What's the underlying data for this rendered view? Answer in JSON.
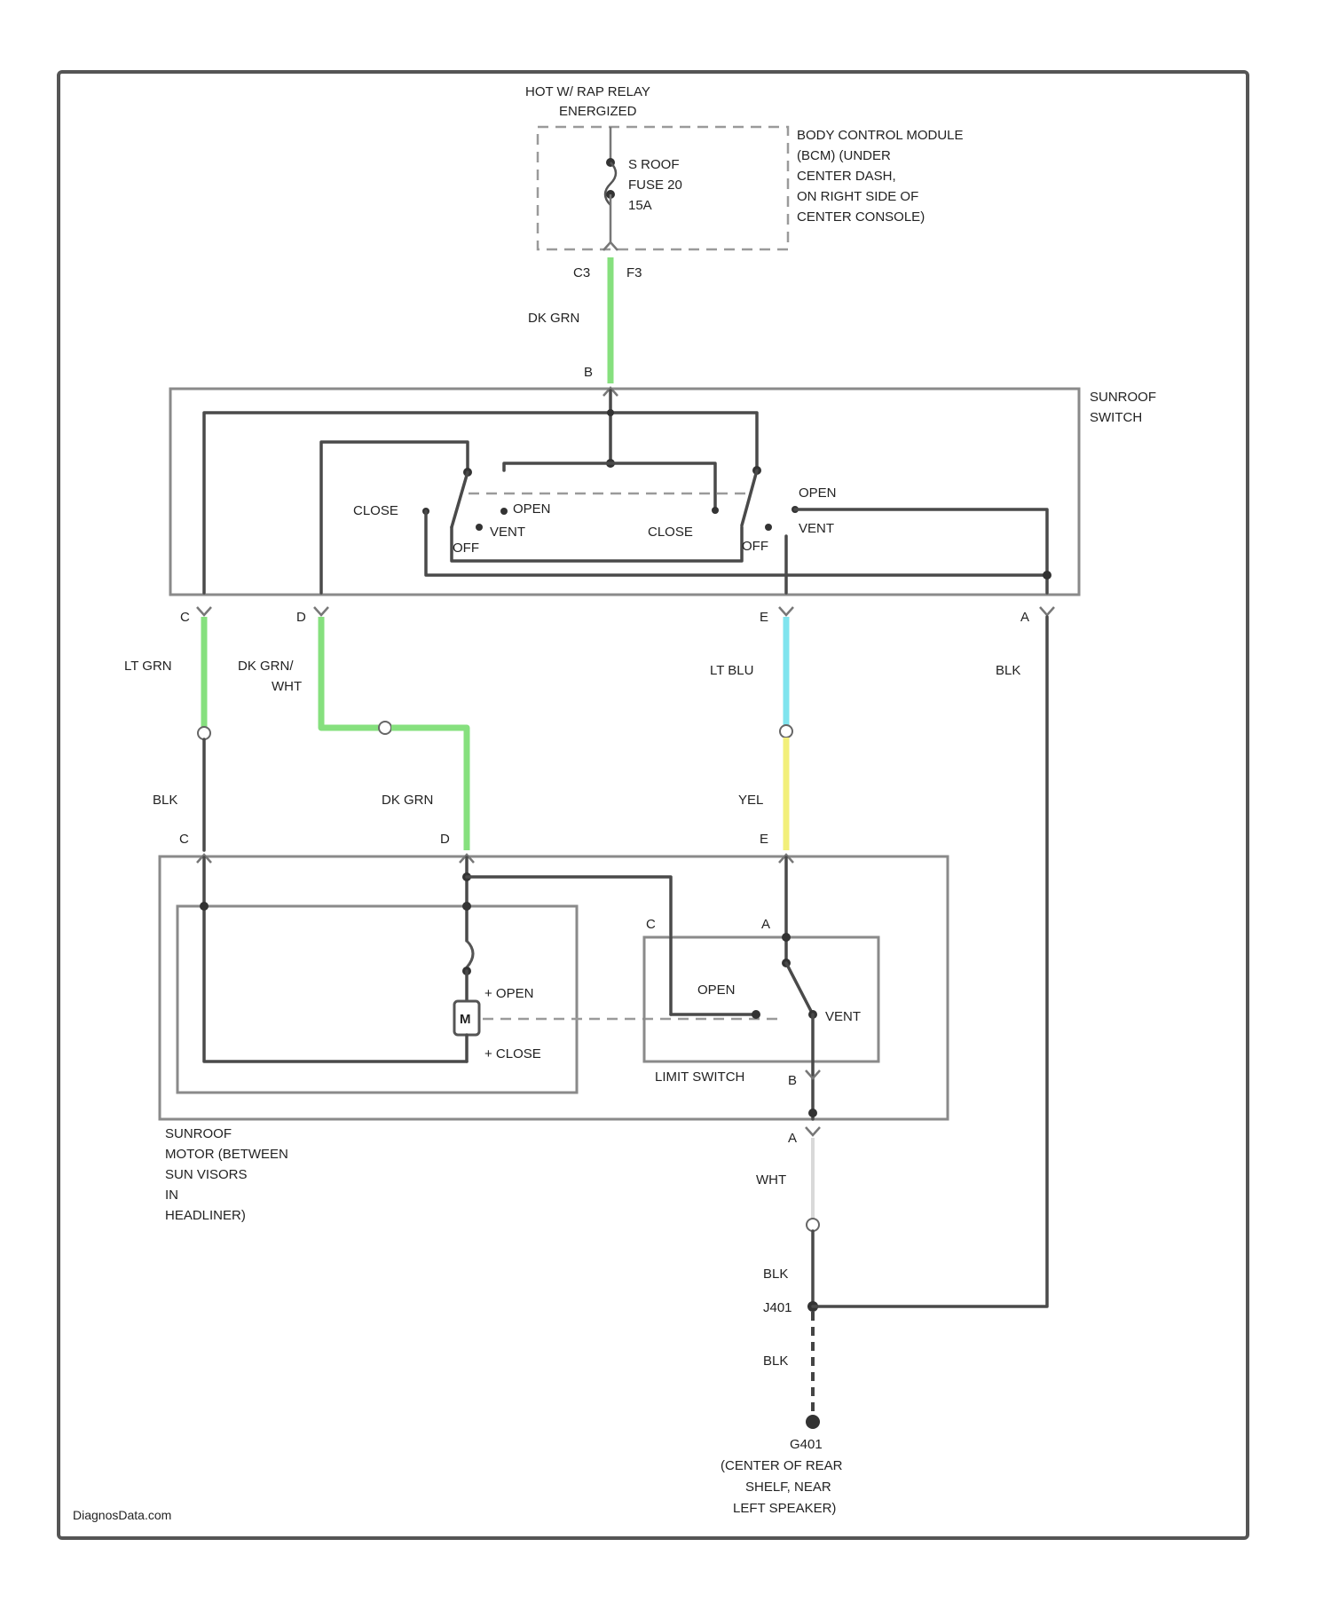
{
  "colors": {
    "dk_grn": "#86e07e",
    "lt_grn": "#86e07e",
    "lt_blu": "#7fe4ee",
    "yel": "#f2ef7a",
    "wht": "#d9d9d9",
    "blk": "#555555"
  },
  "top": {
    "relay_text_1": "HOT W/ RAP RELAY",
    "relay_text_2": "ENERGIZED",
    "fuse_line_1": "S ROOF",
    "fuse_line_2": "FUSE 20",
    "fuse_line_3": "15A",
    "bcm_line_1": "BODY CONTROL MODULE",
    "bcm_line_2": "(BCM) (UNDER",
    "bcm_line_3": "CENTER DASH,",
    "bcm_line_4": "ON RIGHT SIDE OF",
    "bcm_line_5": "CENTER CONSOLE)",
    "conn_c3": "C3",
    "conn_f3": "F3"
  },
  "wires": {
    "dk_grn_top": "DK GRN",
    "lt_grn": "LT GRN",
    "dk_grn_wht_1": "DK GRN/",
    "dk_grn_wht_2": "WHT",
    "lt_blu": "LT BLU",
    "blk_right": "BLK",
    "blk_left": "BLK",
    "dk_grn_mid": "DK GRN",
    "yel": "YEL",
    "wht": "WHT",
    "blk_lower": "BLK",
    "blk_ground": "BLK"
  },
  "switch": {
    "title_1": "SUNROOF",
    "title_2": "SWITCH",
    "pin_b": "B",
    "pin_c": "C",
    "pin_d": "D",
    "pin_e": "E",
    "pin_a": "A",
    "close_left": "CLOSE",
    "open_left": "OPEN",
    "vent_left": "VENT",
    "off_left": "OFF",
    "close_right": "CLOSE",
    "off_right": "OFF",
    "open_right": "OPEN",
    "vent_right": "VENT"
  },
  "motor": {
    "pin_c": "C",
    "pin_d": "D",
    "pin_e": "E",
    "open_label": "+ OPEN",
    "close_label": "+ CLOSE",
    "motor_symbol": "M",
    "limit_c": "C",
    "limit_a": "A",
    "limit_b": "B",
    "limit_open": "OPEN",
    "limit_vent": "VENT",
    "limit_switch": "LIMIT SWITCH",
    "pin_a_out": "A",
    "title_1": "SUNROOF",
    "title_2": "MOTOR (BETWEEN",
    "title_3": "SUN VISORS",
    "title_4": "IN",
    "title_5": "HEADLINER)"
  },
  "ground": {
    "splice": "J401",
    "gnd_1": "G401",
    "gnd_2": "(CENTER OF REAR",
    "gnd_3": "SHELF, NEAR",
    "gnd_4": "LEFT SPEAKER)"
  },
  "footer": {
    "watermark": "DiagnosData.com"
  }
}
